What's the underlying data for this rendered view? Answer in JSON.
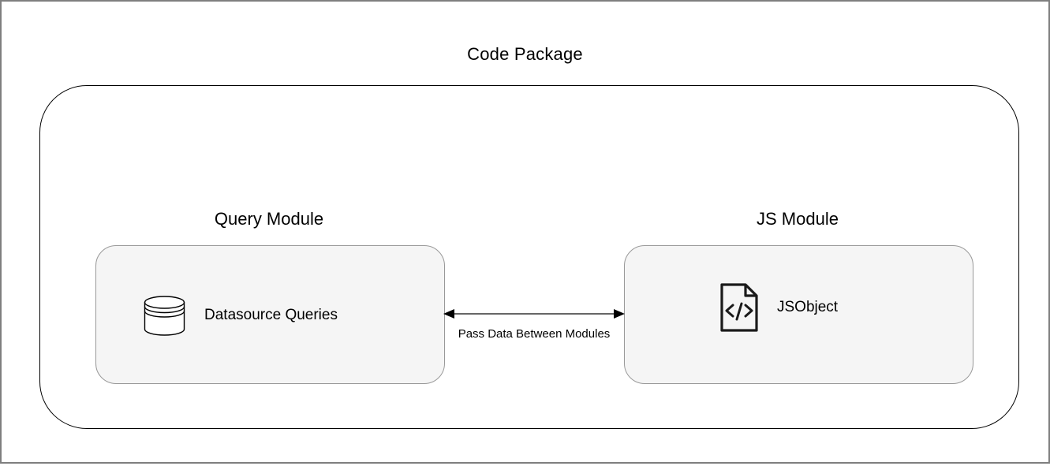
{
  "diagram": {
    "title": "Code Package",
    "package": {
      "modules": [
        {
          "name": "Query Module",
          "node": {
            "label": "Datasource Queries",
            "icon": "database-icon"
          }
        },
        {
          "name": "JS Module",
          "node": {
            "label": "JSObject",
            "icon": "code-file-icon"
          }
        }
      ],
      "connector": {
        "type": "bidirectional-arrow",
        "label": "Pass Data Between Modules"
      }
    },
    "colors": {
      "node_fill": "#f5f5f5",
      "node_border": "#999999",
      "container_border": "#000000",
      "frame_border": "#7f7f7f",
      "arrow_line": "#666666",
      "arrow_head": "#000000",
      "text": "#000000"
    }
  }
}
